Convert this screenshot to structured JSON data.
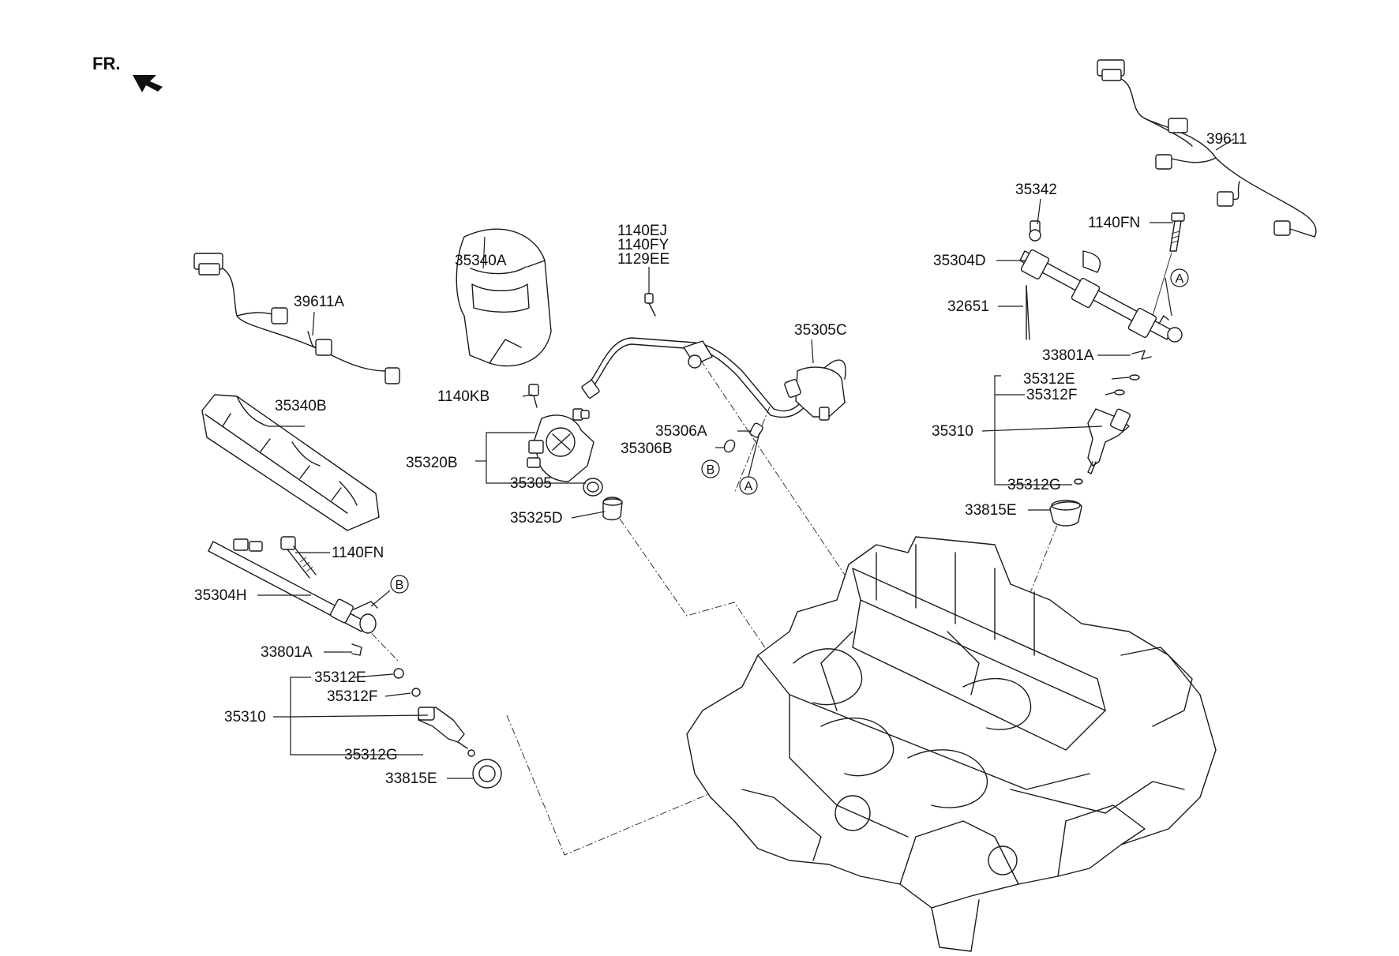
{
  "orientation": {
    "label": "FR."
  },
  "callouts": {
    "harness_right": "39611",
    "sensor_35342": "35342",
    "bolt_1140fn_right": "1140FN",
    "rail_35304d": "35304D",
    "wire_32651": "32651",
    "clip_33801a_right": "33801A",
    "ring_35312e_right": "35312E",
    "ring_35312f_right": "35312F",
    "injector_35310_right": "35310",
    "ring_35312g_right": "35312G",
    "seal_33815e_right": "33815E",
    "bolt_1140ej": "1140EJ",
    "bolt_1140fy": "1140FY",
    "bolt_1129ee": "1129EE",
    "cover_35340a": "35340A",
    "pipe_35305c": "35305C",
    "bolt_1140kb": "1140KB",
    "oring_35306a": "35306A",
    "oring_35306b": "35306B",
    "pump_35320b": "35320B",
    "oring_35305": "35305",
    "lifter_35325d": "35325D",
    "harness_left": "39611A",
    "cover_35340b": "35340B",
    "bolt_1140fn_left": "1140FN",
    "rail_35304h": "35304H",
    "clip_33801a_left": "33801A",
    "ring_35312e_left": "35312E",
    "ring_35312f_left": "35312F",
    "injector_35310_left": "35310",
    "ring_35312g_left": "35312G",
    "seal_33815e_left": "33815E"
  },
  "references": {
    "ref_a_top": "A",
    "ref_a_pipe": "A",
    "ref_b_pipe": "B",
    "ref_b_rail": "B"
  }
}
